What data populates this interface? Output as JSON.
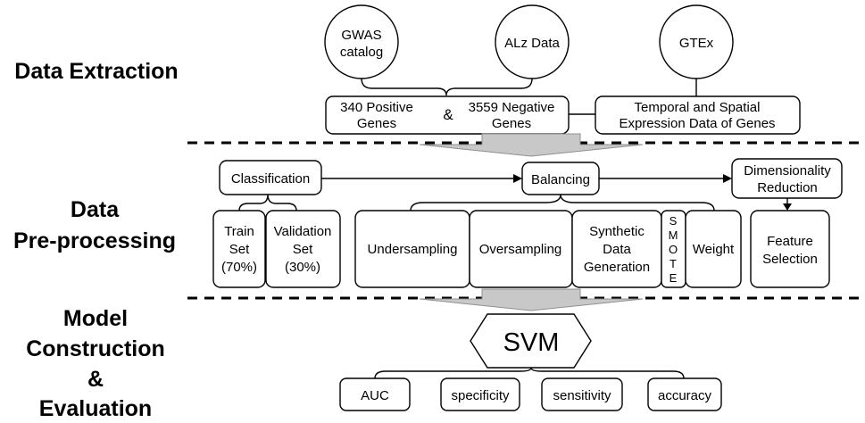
{
  "stages": {
    "extraction": [
      "Data Extraction"
    ],
    "preprocessing": [
      "Data",
      "Pre-processing"
    ],
    "model": [
      "Model",
      "Construction",
      "&",
      "Evaluation"
    ]
  },
  "sources": {
    "gwas": [
      "GWAS",
      "catalog"
    ],
    "alz": [
      "ALz Data"
    ],
    "gtex": [
      "GTEx"
    ]
  },
  "genes": {
    "positive": [
      "340 Positive",
      "Genes"
    ],
    "amp": "&",
    "negative": [
      "3559 Negative",
      "Genes"
    ]
  },
  "expression": [
    "Temporal and Spatial",
    "Expression Data of Genes"
  ],
  "steps": {
    "classification": "Classification",
    "balancing": "Balancing",
    "dimreduction": [
      "Dimensionality",
      "Reduction"
    ]
  },
  "sets": {
    "train": [
      "Train",
      "Set",
      "(70%)"
    ],
    "validation": [
      "Validation",
      "Set",
      "(30%)"
    ]
  },
  "methods": {
    "undersampling": "Undersampling",
    "oversampling": "Oversampling",
    "synthetic": [
      "Synthetic",
      "Data",
      "Generation"
    ],
    "smote": [
      "S",
      "M",
      "O",
      "T",
      "E"
    ],
    "weight": "Weight"
  },
  "feature": [
    "Feature",
    "Selection"
  ],
  "model": "SVM",
  "metrics": [
    "AUC",
    "specificity",
    "sensitivity",
    "accuracy"
  ]
}
